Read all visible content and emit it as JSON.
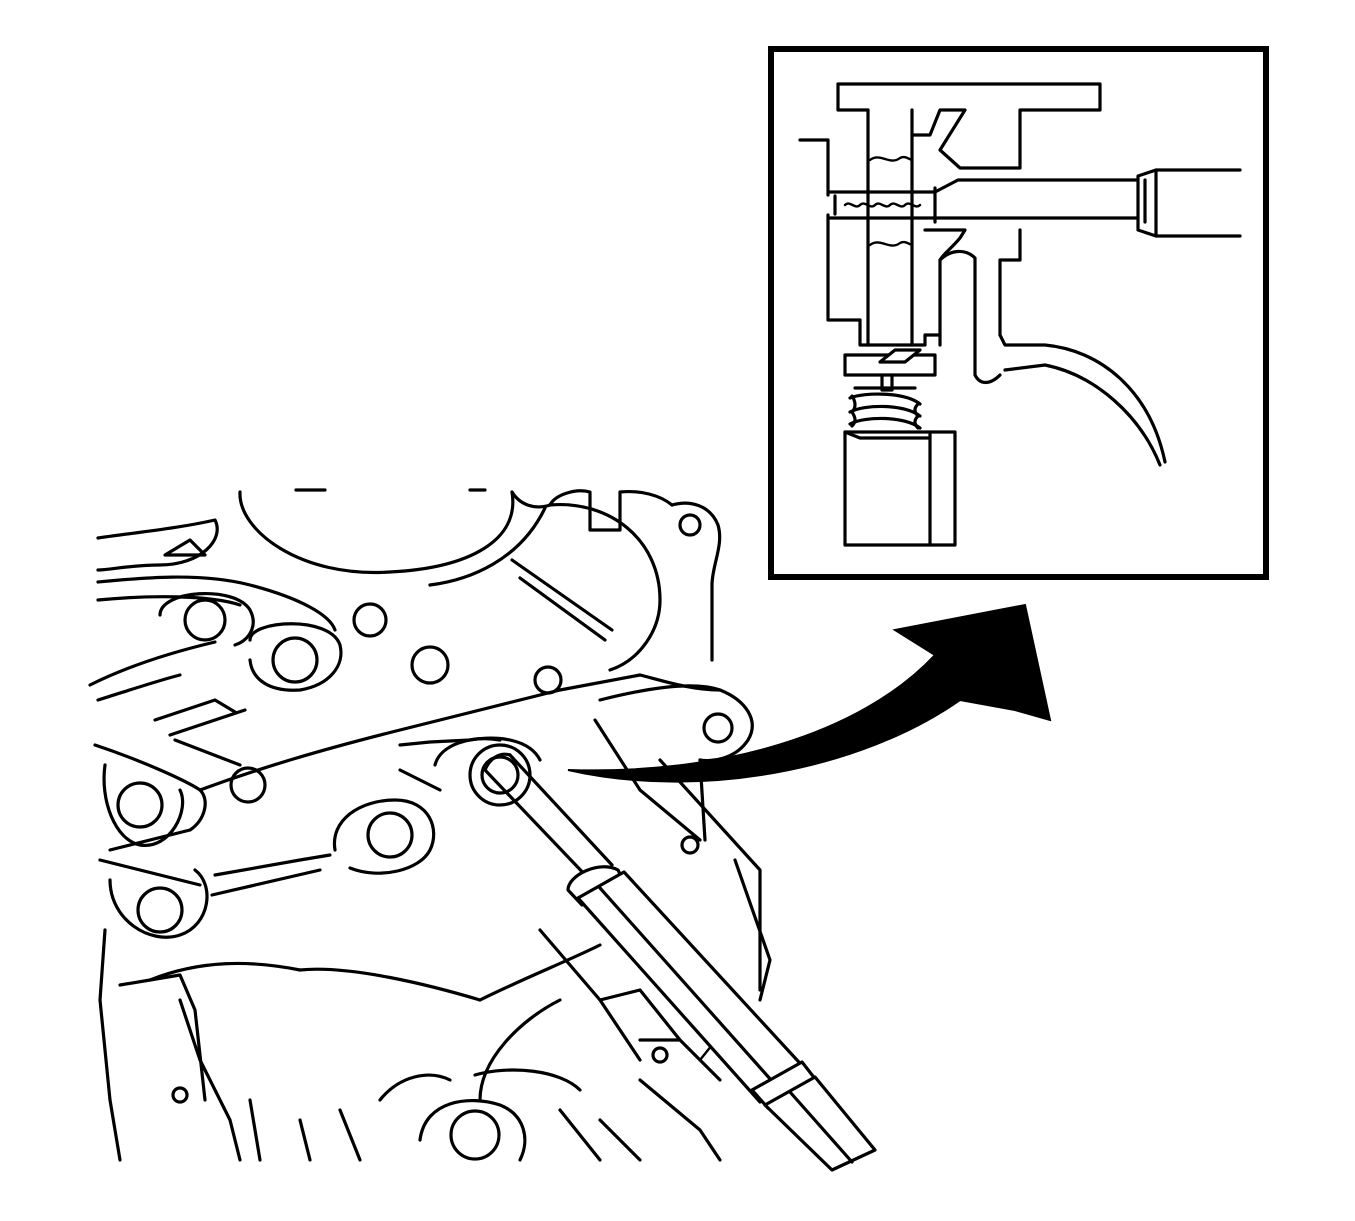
{
  "figure": {
    "kind": "service-manual illustration",
    "colors": {
      "line": "#000000",
      "background": "#ffffff",
      "arrow": "#000000"
    },
    "parts": [
      "transmission-housing",
      "oil-pump-cover",
      "valve-body-plate",
      "screwdriver",
      "detail-inset",
      "spool-valve",
      "retaining-pin",
      "retainer-clip",
      "spring",
      "valve-plug",
      "callout-arrow"
    ]
  }
}
